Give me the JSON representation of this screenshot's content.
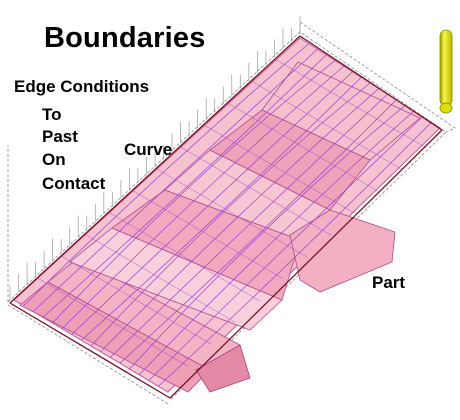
{
  "title": "Boundaries",
  "edge_conditions": {
    "heading": "Edge Conditions",
    "options": [
      "To",
      "Past",
      "On",
      "Contact"
    ]
  },
  "labels": {
    "curve": "Curve",
    "part": "Part"
  },
  "colors": {
    "part_fill": "#f4b8c8",
    "part_edge": "#c05aa0",
    "toolpath": "#9a3fd0",
    "boundary": "#7a1024",
    "wireframe": "#8c8c8c",
    "tool": "#e1e400"
  },
  "icons": {
    "tool": "ball-end-mill-icon"
  }
}
